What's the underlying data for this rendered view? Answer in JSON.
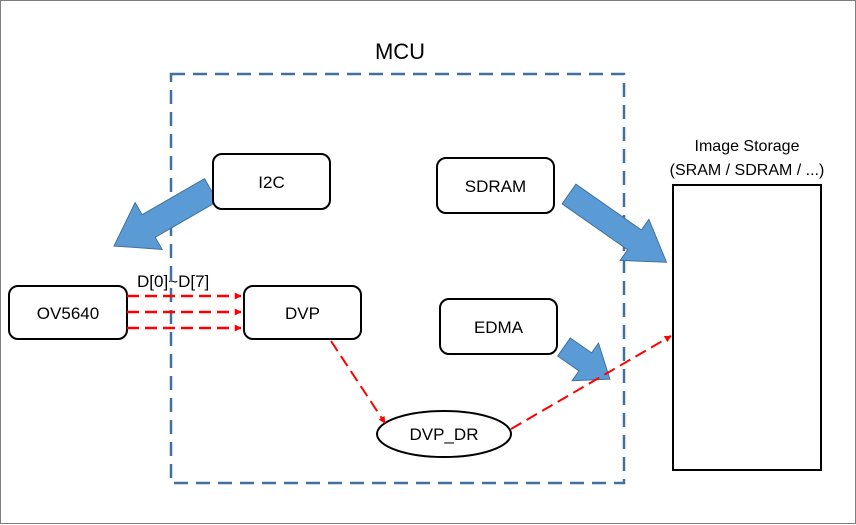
{
  "mcu": {
    "label": "MCU"
  },
  "blocks": {
    "i2c": "I2C",
    "sdram": "SDRAM",
    "ov5640": "OV5640",
    "dvp": "DVP",
    "edma": "EDMA",
    "dvp_dr": "DVP_DR"
  },
  "storage": {
    "line1": "Image Storage",
    "line2": "(SRAM / SDRAM / ...)"
  },
  "bus": {
    "label": "D[0]~D[7]"
  },
  "colors": {
    "mcu_border": "#41719c",
    "arrow_blue": "#5b9bd5",
    "data_flow": "#ff0000"
  }
}
